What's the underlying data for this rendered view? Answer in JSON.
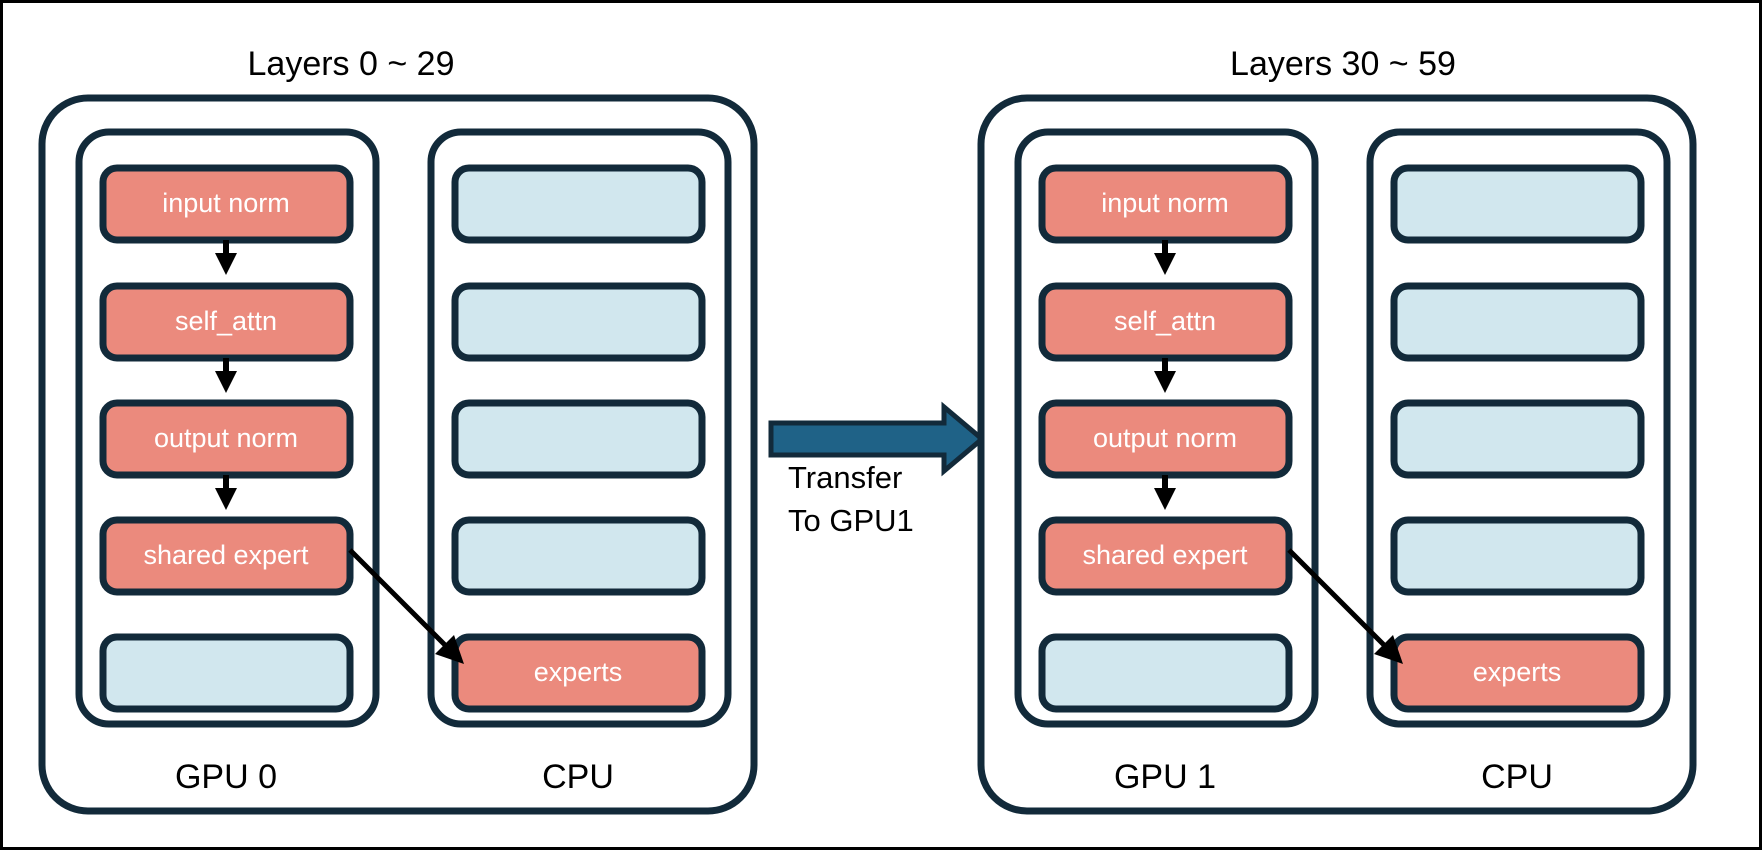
{
  "figure": {
    "type": "architecture-diagram",
    "background": "#ffffff",
    "palette": {
      "red_node": "#eb8a7d",
      "blue_node": "#d1e7ee",
      "outline": "#122a3a",
      "transfer_arrow": "#1f6287",
      "text_on_node": "#ffffff",
      "text": "#000000"
    }
  },
  "groups": [
    {
      "id": "group-left",
      "title": "Layers 0 ~ 29",
      "panels": [
        {
          "id": "gpu0",
          "device_label": "GPU 0",
          "nodes": [
            {
              "label": "input norm",
              "kind": "red"
            },
            {
              "label": "self_attn",
              "kind": "red"
            },
            {
              "label": "output norm",
              "kind": "red"
            },
            {
              "label": "shared expert",
              "kind": "red"
            },
            {
              "label": "",
              "kind": "blue"
            }
          ]
        },
        {
          "id": "cpu0",
          "device_label": "CPU",
          "nodes": [
            {
              "label": "",
              "kind": "blue"
            },
            {
              "label": "",
              "kind": "blue"
            },
            {
              "label": "",
              "kind": "blue"
            },
            {
              "label": "",
              "kind": "blue"
            },
            {
              "label": "experts",
              "kind": "red"
            }
          ]
        }
      ]
    },
    {
      "id": "group-right",
      "title": "Layers 30 ~ 59",
      "panels": [
        {
          "id": "gpu1",
          "device_label": "GPU 1",
          "nodes": [
            {
              "label": "input norm",
              "kind": "red"
            },
            {
              "label": "self_attn",
              "kind": "red"
            },
            {
              "label": "output norm",
              "kind": "red"
            },
            {
              "label": "shared expert",
              "kind": "red"
            },
            {
              "label": "",
              "kind": "blue"
            }
          ]
        },
        {
          "id": "cpu1",
          "device_label": "CPU",
          "nodes": [
            {
              "label": "",
              "kind": "blue"
            },
            {
              "label": "",
              "kind": "blue"
            },
            {
              "label": "",
              "kind": "blue"
            },
            {
              "label": "",
              "kind": "blue"
            },
            {
              "label": "experts",
              "kind": "red"
            }
          ]
        }
      ]
    }
  ],
  "transfer": {
    "line1": "Transfer",
    "line2": "To GPU1",
    "color": "#1f6287"
  }
}
